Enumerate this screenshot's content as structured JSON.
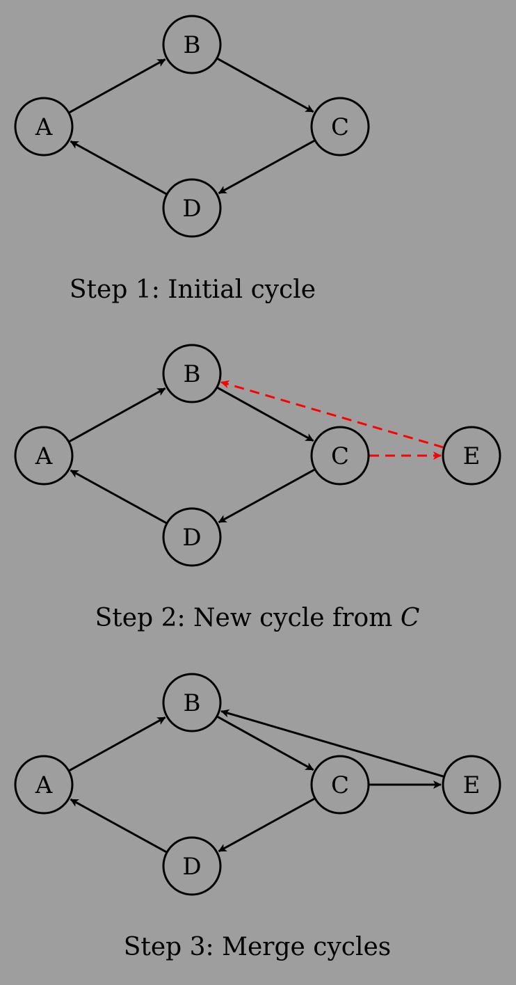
{
  "panels": [
    {
      "caption": "Step 1: Initial cycle",
      "caption_var": "",
      "nodes": [
        "A",
        "B",
        "C",
        "D"
      ],
      "edges": [
        {
          "from": "A",
          "to": "B",
          "style": "solid"
        },
        {
          "from": "B",
          "to": "C",
          "style": "solid"
        },
        {
          "from": "C",
          "to": "D",
          "style": "solid"
        },
        {
          "from": "D",
          "to": "A",
          "style": "solid"
        }
      ]
    },
    {
      "caption": "Step 2: New cycle from ",
      "caption_var": "C",
      "nodes": [
        "A",
        "B",
        "C",
        "D",
        "E"
      ],
      "edges": [
        {
          "from": "A",
          "to": "B",
          "style": "solid"
        },
        {
          "from": "B",
          "to": "C",
          "style": "solid"
        },
        {
          "from": "C",
          "to": "D",
          "style": "solid"
        },
        {
          "from": "D",
          "to": "A",
          "style": "solid"
        },
        {
          "from": "C",
          "to": "E",
          "style": "dashed"
        },
        {
          "from": "E",
          "to": "B",
          "style": "dashed"
        }
      ]
    },
    {
      "caption": "Step 3: Merge cycles",
      "caption_var": "",
      "nodes": [
        "A",
        "B",
        "C",
        "D",
        "E"
      ],
      "edges": [
        {
          "from": "A",
          "to": "B",
          "style": "solid"
        },
        {
          "from": "B",
          "to": "C",
          "style": "solid"
        },
        {
          "from": "C",
          "to": "D",
          "style": "solid"
        },
        {
          "from": "D",
          "to": "A",
          "style": "solid"
        },
        {
          "from": "C",
          "to": "E",
          "style": "solid"
        },
        {
          "from": "E",
          "to": "B",
          "style": "solid"
        }
      ]
    }
  ],
  "colors": {
    "background": "#9e9e9e",
    "edge": "#000000",
    "new_edge": "#ff0000"
  }
}
